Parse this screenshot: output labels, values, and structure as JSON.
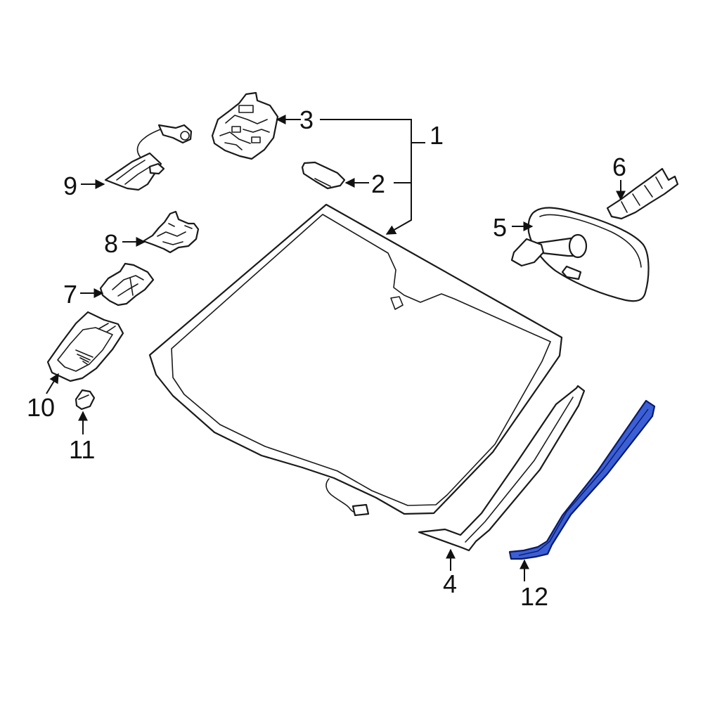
{
  "callouts": [
    {
      "id": "1",
      "label": "1"
    },
    {
      "id": "2",
      "label": "2"
    },
    {
      "id": "3",
      "label": "3"
    },
    {
      "id": "4",
      "label": "4"
    },
    {
      "id": "5",
      "label": "5"
    },
    {
      "id": "6",
      "label": "6"
    },
    {
      "id": "7",
      "label": "7"
    },
    {
      "id": "8",
      "label": "8"
    },
    {
      "id": "9",
      "label": "9"
    },
    {
      "id": "10",
      "label": "10"
    },
    {
      "id": "11",
      "label": "11"
    },
    {
      "id": "12",
      "label": "12"
    }
  ],
  "colors": {
    "line": "#1a1a1a",
    "highlight_fill": "#3b5fd6",
    "highlight_stroke": "#0a1a66",
    "background": "#ffffff"
  },
  "highlighted_part": "12"
}
